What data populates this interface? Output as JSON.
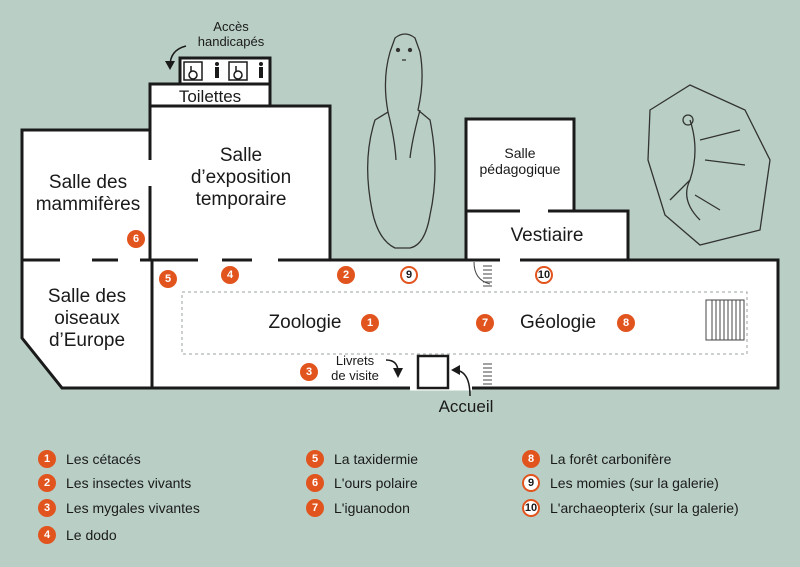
{
  "map": {
    "rooms": {
      "mammiferes": "Salle des\nmammifères",
      "exposition": "Salle\nd’exposition\ntemporaire",
      "oiseaux": "Salle des\noiseaux\nd’Europe",
      "pedagogique": "Salle\npédagogique",
      "vestiaire": "Vestiaire",
      "toilettes": "Toilettes",
      "zoologie": "Zoologie",
      "geologie": "Géologie"
    },
    "labels": {
      "acces_handicapes": "Accès\nhandicapés",
      "livrets": "Livrets\nde visite",
      "accueil": "Accueil"
    },
    "icons": {
      "toilet_icons": [
        "wheelchair-icon",
        "man-icon",
        "wheelchair-icon",
        "man-icon"
      ],
      "bear": "polar-bear-drawing",
      "fossil": "archaeopteryx-fossil-drawing"
    },
    "markers": [
      "1",
      "2",
      "3",
      "4",
      "5",
      "6",
      "7",
      "8",
      "9",
      "10"
    ]
  },
  "legend": {
    "items": [
      {
        "num": "1",
        "label": "Les cétacés",
        "gallery": false
      },
      {
        "num": "2",
        "label": "Les insectes vivants",
        "gallery": false
      },
      {
        "num": "3",
        "label": "Les mygales vivantes",
        "gallery": false
      },
      {
        "num": "4",
        "label": "Le dodo",
        "gallery": false
      },
      {
        "num": "5",
        "label": "La taxidermie",
        "gallery": false
      },
      {
        "num": "6",
        "label": "L'ours polaire",
        "gallery": false
      },
      {
        "num": "7",
        "label": "L'iguanodon",
        "gallery": false
      },
      {
        "num": "8",
        "label": "La forêt carbonifère",
        "gallery": false
      },
      {
        "num": "9",
        "label": "Les momies (sur la galerie)",
        "gallery": true
      },
      {
        "num": "10",
        "label": "L'archaeopterix (sur la galerie)",
        "gallery": true
      }
    ]
  },
  "colors": {
    "background": "#b9cfc6",
    "accent": "#e2541e",
    "walls": "#1a1a1a",
    "rooms": "#ffffff"
  }
}
